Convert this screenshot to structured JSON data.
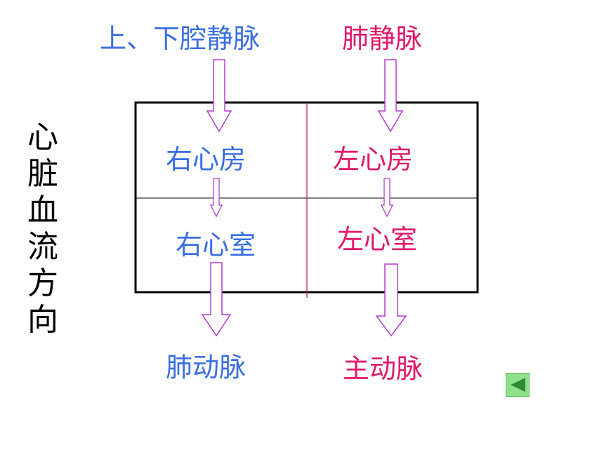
{
  "title_vertical": [
    "心",
    "脏",
    "血",
    "流",
    "方",
    "向"
  ],
  "labels": {
    "venae_cavae": "上、下腔静脉",
    "pulmonary_vein": "肺静脉",
    "right_atrium": "右心房",
    "left_atrium": "左心房",
    "right_ventricle": "右心室",
    "left_ventricle": "左心室",
    "pulmonary_artery": "肺动脉",
    "aorta": "主动脉"
  },
  "colors": {
    "right_side": "#3a6fe0",
    "left_side": "#e0196c",
    "arrow": "#b040c8",
    "nav_button": "#8ee08a"
  },
  "nav": {
    "back_icon": "left-triangle-icon"
  }
}
